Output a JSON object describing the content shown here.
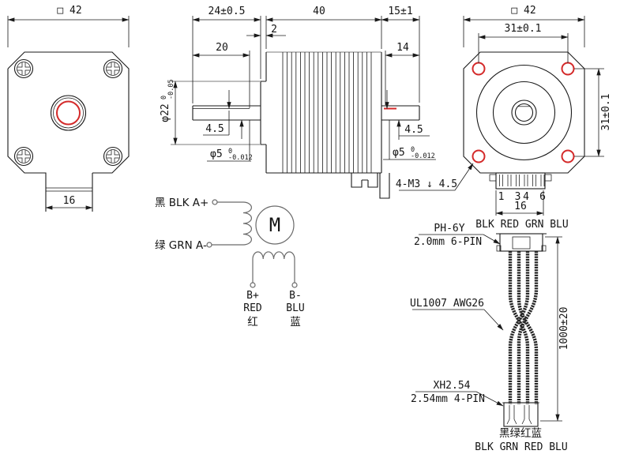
{
  "colors": {
    "line": "#1a1a1a",
    "accent_red": "#d42a2a",
    "thin_gray": "#a9a9a9"
  },
  "front_view": {
    "dim_flange": "□ 42",
    "dim_connector_width": "16"
  },
  "side_view": {
    "dim_front_total": "24±0.5",
    "dim_body_length": "40",
    "dim_rear_total": "15±1",
    "dim_pilot_height": "2",
    "dim_front_shaft": "20",
    "dim_rear_shaft": "14",
    "dim_front_flat": "4.5",
    "dim_rear_flat": "4.5",
    "pilot_dia": {
      "nominal": "φ22",
      "tol_upper": "0",
      "tol_lower": "-0.05"
    },
    "front_shaft_dia": {
      "nominal": "φ5",
      "tol_upper": "0",
      "tol_lower": "-0.012"
    },
    "rear_shaft_dia": {
      "nominal": "φ5",
      "tol_upper": "0",
      "tol_lower": "-0.012"
    }
  },
  "rear_view": {
    "dim_flange": "□ 42",
    "dim_holes_h": "31±0.1",
    "dim_holes_v": "31±0.1",
    "mounting_note": "4-M3 ↓ 4.5",
    "pin_numbers": [
      "1",
      "3",
      "4",
      "6"
    ],
    "dim_connector": "16"
  },
  "wiring_diagram": {
    "phase_a_plus": "黑 BLK A+",
    "phase_a_minus": "绿 GRN A-",
    "motor_symbol": "M",
    "phase_b_plus": {
      "line1": "B+",
      "line2": "RED",
      "line3": "红"
    },
    "phase_b_minus": {
      "line1": "B-",
      "line2": "BLU",
      "line3": "蓝"
    }
  },
  "cable": {
    "top_wire_colors": "BLK RED GRN BLU",
    "connector_top": {
      "name": "PH-6Y",
      "spec": "2.0mm 6-PIN"
    },
    "wire_spec": "UL1007 AWG26",
    "dim_length": "1000±20",
    "connector_bottom": {
      "name": "XH2.54",
      "spec": "2.54mm 4-PIN"
    },
    "bottom_colors_cn": "黑绿红蓝",
    "bottom_colors_en": "BLK GRN RED BLU"
  }
}
